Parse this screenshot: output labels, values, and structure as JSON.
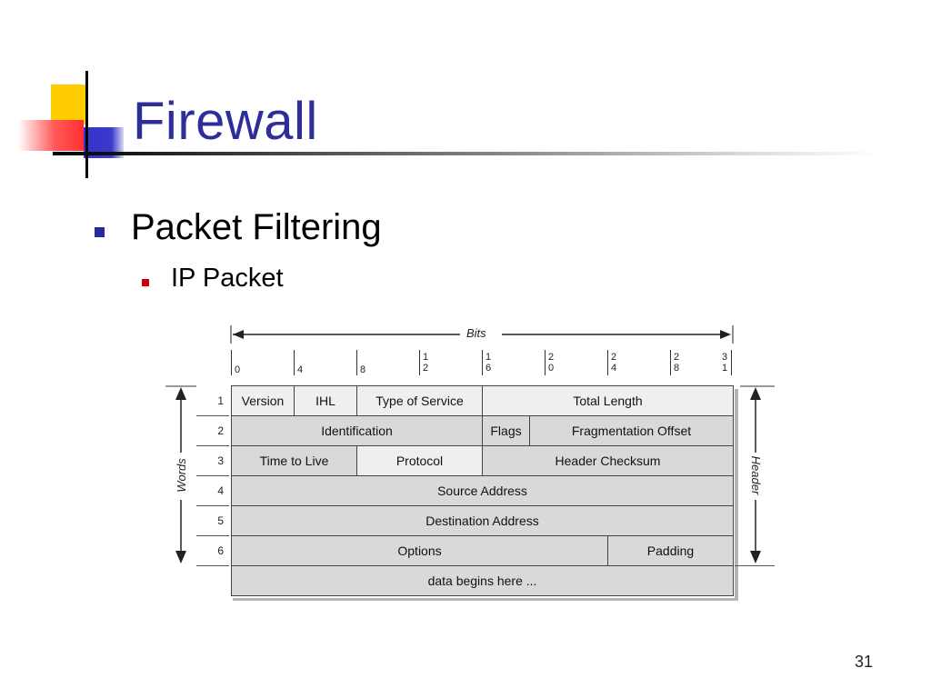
{
  "slide": {
    "title": "Firewall",
    "bullet": "Packet Filtering",
    "sub_bullet": "IP Packet",
    "page_number": "31"
  },
  "diagram": {
    "bits_label": "Bits",
    "bit_positions": [
      "0",
      "4",
      "8",
      "1\n2",
      "1\n6",
      "2\n0",
      "2\n4",
      "2\n8",
      "3\n1"
    ],
    "words_label": "Words",
    "header_label": "Header",
    "row_numbers": [
      "1",
      "2",
      "3",
      "4",
      "5",
      "6"
    ],
    "rows": [
      [
        {
          "text": "Version",
          "bits": [
            0,
            4
          ]
        },
        {
          "text": "IHL",
          "bits": [
            4,
            8
          ]
        },
        {
          "text": "Type of Service",
          "bits": [
            8,
            16
          ]
        },
        {
          "text": "Total Length",
          "bits": [
            16,
            32
          ]
        }
      ],
      [
        {
          "text": "Identification",
          "bits": [
            0,
            16
          ]
        },
        {
          "text": "Flags",
          "bits": [
            16,
            19
          ]
        },
        {
          "text": "Fragmentation Offset",
          "bits": [
            19,
            32
          ]
        }
      ],
      [
        {
          "text": "Time to Live",
          "bits": [
            0,
            8
          ]
        },
        {
          "text": "Protocol",
          "bits": [
            8,
            16
          ]
        },
        {
          "text": "Header Checksum",
          "bits": [
            16,
            32
          ]
        }
      ],
      [
        {
          "text": "Source Address",
          "bits": [
            0,
            32
          ]
        }
      ],
      [
        {
          "text": "Destination Address",
          "bits": [
            0,
            32
          ]
        }
      ],
      [
        {
          "text": "Options",
          "bits": [
            0,
            24
          ]
        },
        {
          "text": "Padding",
          "bits": [
            24,
            32
          ]
        }
      ],
      [
        {
          "text": "data begins here ...",
          "bits": [
            0,
            32
          ]
        }
      ]
    ]
  },
  "colors": {
    "title": "#2e2e99",
    "bullet_level1": "#2a2aa0",
    "bullet_level2": "#cc0000",
    "cell_light": "#efefef",
    "cell_dark": "#d9d9d9"
  }
}
